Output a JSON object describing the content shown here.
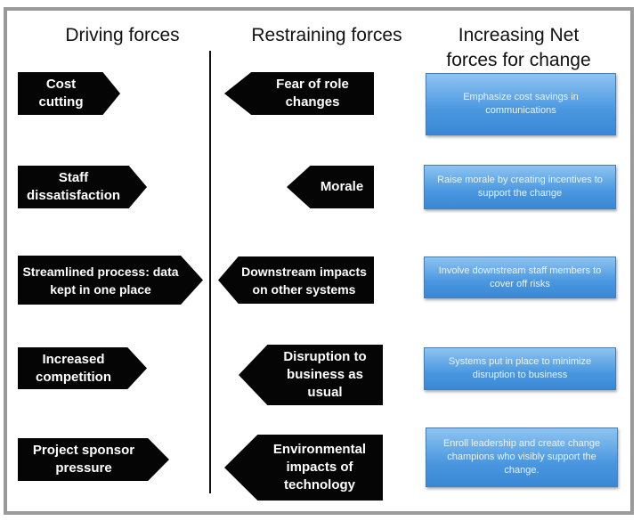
{
  "headers": {
    "driving": "Driving forces",
    "restraining": "Restraining forces",
    "net_line1": "Increasing Net",
    "net_line2": "forces for change"
  },
  "driving_forces": [
    "Cost cutting",
    "Staff dissatisfaction",
    "Streamlined process: data kept in one place",
    "Increased competition",
    "Project sponsor pressure"
  ],
  "restraining_forces": [
    "Fear of role changes",
    "Morale",
    "Downstream impacts on other systems",
    "Disruption to business as usual",
    "Environmental impacts of technology"
  ],
  "net_forces": [
    "Emphasize cost savings in communications",
    "Raise morale by creating incentives to support the change",
    "Involve downstream staff members to cover off risks",
    "Systems put in place to minimize disruption to business",
    "Enroll leadership and create change champions who visibly support the change."
  ],
  "colors": {
    "arrow": "#050505",
    "box": "#4a97e0",
    "frame": "#9a9a9a"
  }
}
